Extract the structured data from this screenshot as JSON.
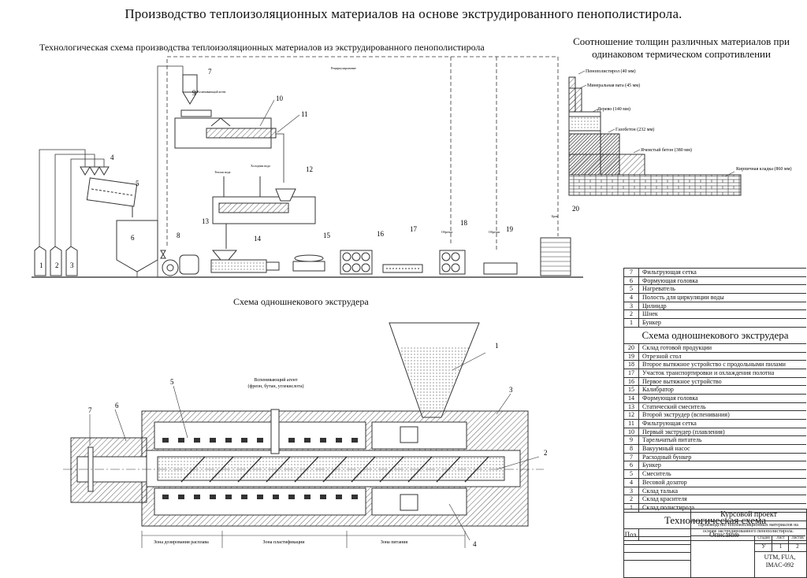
{
  "titles": {
    "main": "Производство теплоизоляционных материалов на основе экструдированного пенополистирола.",
    "scheme": "Технологическая схема производства теплоизоляционных материалов из экструдированного пенополистирола",
    "ratio": "Соотношение толщин различных материалов при одинаковом термическом сопротивлении",
    "extruder": "Схема одношнекового экструдера"
  },
  "materials": [
    {
      "label": "Пенополистирол (40 мм)"
    },
    {
      "label": "Минеральная вата (45 мм)"
    },
    {
      "label": "Дерево (140 мм)"
    },
    {
      "label": "Газобетон (232 мм)"
    },
    {
      "label": "Ячеистый бетон (380 мм)"
    },
    {
      "label": "Кирпичная кладка (860 мм)"
    }
  ],
  "extruder_legend": [
    {
      "n": "7",
      "t": "Фильтрующая сетка"
    },
    {
      "n": "6",
      "t": "Формующая головка"
    },
    {
      "n": "5",
      "t": "Нагреватель"
    },
    {
      "n": "4",
      "t": "Полость для циркуляции воды"
    },
    {
      "n": "3",
      "t": "Цилиндр"
    },
    {
      "n": "2",
      "t": "Шнек"
    },
    {
      "n": "1",
      "t": "Бункер"
    }
  ],
  "extruder_caption": "Схема одношнекового экструдера",
  "tech_legend": [
    {
      "n": "20",
      "t": "Склад готовой продукции"
    },
    {
      "n": "19",
      "t": "Отрезной стол"
    },
    {
      "n": "18",
      "t": "Второе вытяжное устройство с продольными пилами"
    },
    {
      "n": "17",
      "t": "Участок транспортировки и охлаждения полотна"
    },
    {
      "n": "16",
      "t": "Первое вытяжное устройство"
    },
    {
      "n": "15",
      "t": "Калибратор"
    },
    {
      "n": "14",
      "t": "Формующая головка"
    },
    {
      "n": "13",
      "t": "Статический смеситель"
    },
    {
      "n": "12",
      "t": "Второй экструдер (вспенивания)"
    },
    {
      "n": "11",
      "t": "Фильтрующая сетка"
    },
    {
      "n": "10",
      "t": "Первый экструдер (плавления)"
    },
    {
      "n": "9",
      "t": "Тарельчатый питатель"
    },
    {
      "n": "8",
      "t": "Вакуумный насос"
    },
    {
      "n": "7",
      "t": "Расходный бункер"
    },
    {
      "n": "6",
      "t": "Бункер"
    },
    {
      "n": "5",
      "t": "Смеситель"
    },
    {
      "n": "4",
      "t": "Весовой дозатор"
    },
    {
      "n": "3",
      "t": "Склад талька"
    },
    {
      "n": "2",
      "t": "Склад красителя"
    },
    {
      "n": "1",
      "t": "Склад полистирола"
    }
  ],
  "tech_caption": "Технологическая схема",
  "desc_header": {
    "pos": "Поз.",
    "desc": "Описание"
  },
  "stamp": {
    "course": "Курсовой проект",
    "subject": "Производство теплоизоляционных материалов на основе экструдированного пенополистирола.",
    "org": "UTM, FUA, IMAC-092",
    "col_stage": "Стадия",
    "col_sheet": "Лист",
    "col_sheets": "Листов",
    "stage": "У",
    "sheet": "1",
    "sheets": "2"
  },
  "scheme_labels": {
    "foaming_agent_small": "Вспенивающий агент",
    "hot_water": "Теплая вода",
    "cold_water": "Холодная вода",
    "recirc": "Рециркулирование",
    "trim1": "Обрезки",
    "trim2": "Обрезки",
    "scrap": "Брак"
  },
  "extruder_labels": {
    "foaming_agent": "Вспенивающий агент",
    "foaming_agent_types": "(фреон, бутан, углекислота)",
    "zone_dosing": "Зона дозирования расплава",
    "zone_plast": "Зона пластификации",
    "zone_feed": "Зона питания"
  },
  "numbers": [
    "1",
    "2",
    "3",
    "4",
    "5",
    "6",
    "7",
    "8",
    "9",
    "10",
    "11",
    "12",
    "13",
    "14",
    "15",
    "16",
    "17",
    "18",
    "19",
    "20"
  ],
  "ext_numbers": [
    "1",
    "2",
    "3",
    "4",
    "5",
    "6",
    "7"
  ]
}
